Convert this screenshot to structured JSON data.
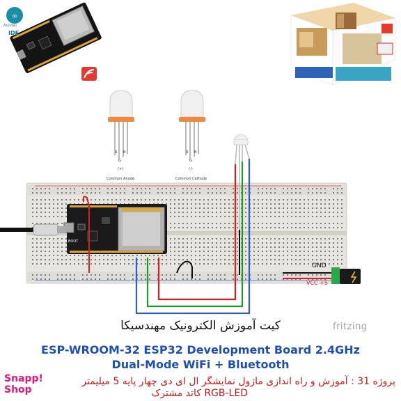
{
  "header": {
    "arduino_text": "ARDUINO",
    "ide_text": "IDE"
  },
  "leds": {
    "anode_label": "Common Anode",
    "cathode_label": "Common Cathode",
    "anode_sign": "(+)",
    "cathode_sign": "(-)",
    "pin_r": "R",
    "pin_g": "G",
    "pin_b": "B"
  },
  "connector": {
    "gnd_label": "GND",
    "vcc_label": "VCC +5"
  },
  "fritzing_text": "fritzing",
  "titles": {
    "persian_title": "کیت آموزش الکترونیک مهندسیکا",
    "english_line1": "ESP-WROOM-32 ESP32  Development Board 2.4GHz",
    "english_line2": "Dual-Mode WiFi + Bluetooth",
    "project_line1": "پروژه 31 : آموزش و راه اندازی ماژول نمایشگر ال ای دی چهار پایه 5 میلیمتر",
    "project_line2": "RGB-LED کاتد مشترک"
  },
  "brand": {
    "snapp_shop": "Snapp! Shop"
  },
  "colors": {
    "wire_red": "#d32020",
    "wire_green": "#1f9a2e",
    "wire_blue": "#2a5fd0",
    "wire_black": "#111111",
    "breadboard": "#e7e5df",
    "esp_board": "#1a1a1a",
    "title_blue": "#1f4fb4",
    "project_red": "#c61a1a"
  }
}
